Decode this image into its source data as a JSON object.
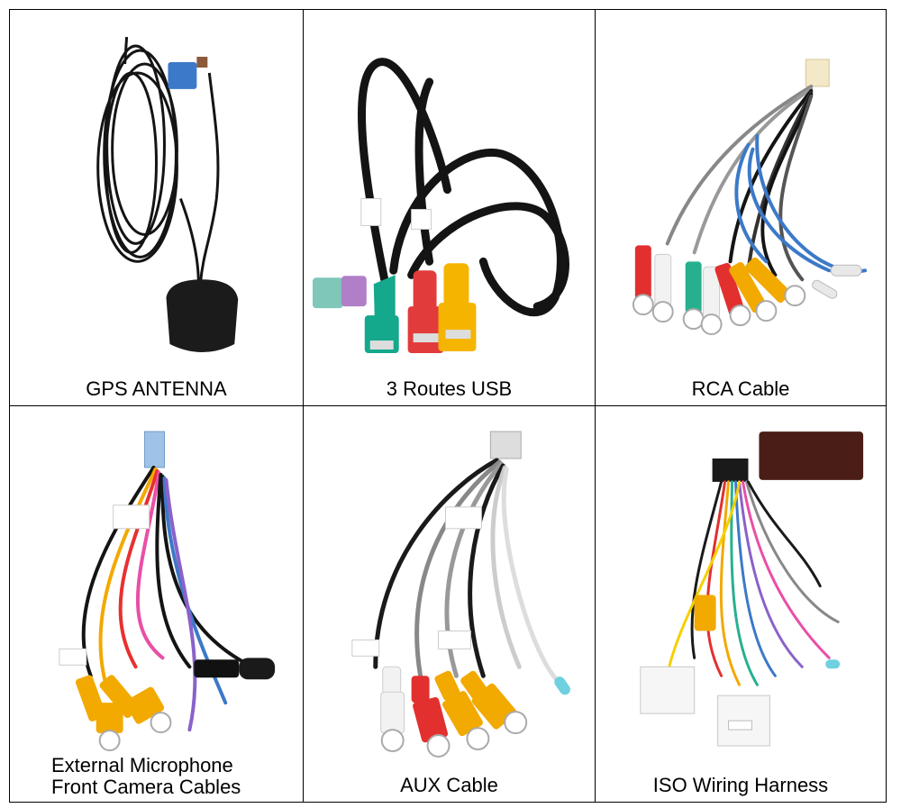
{
  "products": [
    {
      "caption": "GPS ANTENNA"
    },
    {
      "caption": "3 Routes USB"
    },
    {
      "caption": "RCA Cable"
    },
    {
      "caption_lines": [
        "External Microphone",
        "Front Camera Cables"
      ]
    },
    {
      "caption": "AUX Cable"
    },
    {
      "caption": "ISO Wiring Harness"
    }
  ],
  "colors": {
    "cable_black": "#141414",
    "usb_teal": "#14a88c",
    "usb_red": "#e23b3b",
    "usb_yellow": "#f5b400",
    "purple": "#b07fc7",
    "rca_white": "#f2f2f2",
    "rca_green": "#27b08f",
    "rca_red": "#e2302f",
    "rca_yellow": "#f2a900",
    "connector_blue": "#3c79c8",
    "box_brown": "#4a1e16"
  }
}
